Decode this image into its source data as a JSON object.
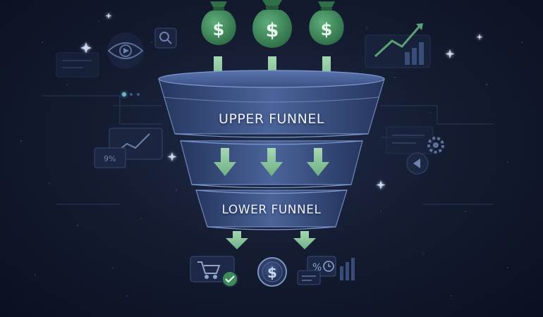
{
  "funnel": {
    "upper_label": "UPPER FUNNEL",
    "lower_label": "LOWER FUNNEL"
  },
  "widgets": {
    "percent_left": "9%",
    "percent_right": "%"
  },
  "icons": {
    "money_bag": "dollar-money-bag-icon",
    "arrow": "down-arrow-icon",
    "eye": "eye-icon",
    "search": "magnifier-icon",
    "growth": "growth-chart-icon",
    "gear": "gear-icon",
    "cart": "shopping-cart-icon",
    "check": "checkmark-icon",
    "coin": "dollar-coin-icon",
    "clock": "clock-icon"
  },
  "colors": {
    "background": "#141c31",
    "funnel_blue": "#3b5387",
    "money_green": "#3f8a5c",
    "arrow_green": "#8fc7a0",
    "label_white": "#eef2ff"
  }
}
